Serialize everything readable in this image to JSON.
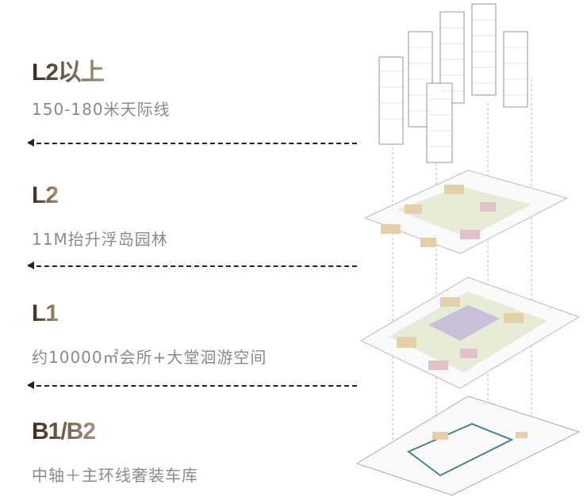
{
  "levels": [
    {
      "title": "L2以上",
      "subtitle": "150-180米天际线"
    },
    {
      "title": "L2",
      "subtitle": "11M抬升浮岛园林"
    },
    {
      "title": "L1",
      "subtitle": "约10000㎡会所+大堂洄游空间"
    },
    {
      "title": "B1/B2",
      "subtitle": "中轴＋主环线奢装车库"
    }
  ],
  "colors": {
    "title_dark": "#3b2a1c",
    "title_light": "#a8927b",
    "subtitle": "#8a8a8a",
    "green": "#c9d6a8",
    "roof": "#e3cfa8",
    "pink": "#e2c2c8",
    "purple": "#c9bfd9"
  }
}
